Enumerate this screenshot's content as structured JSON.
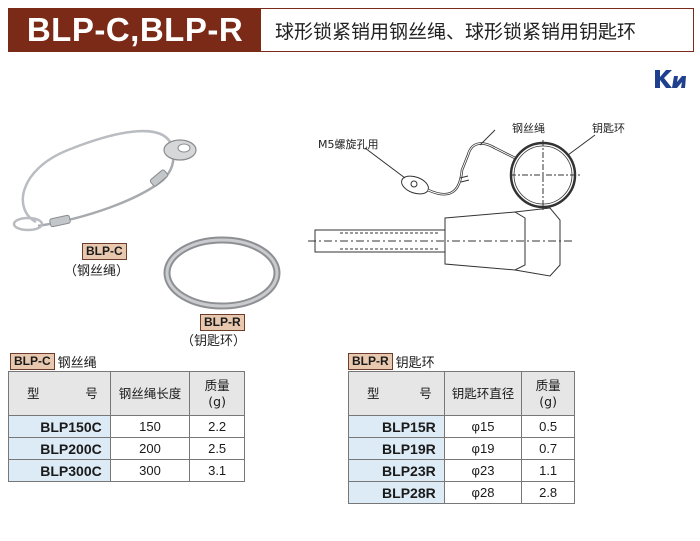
{
  "header": {
    "code": "BLP-C,BLP-R",
    "title": "球形锁紧销用钢丝绳、球形锁紧销用钥匙环"
  },
  "photos": {
    "wire_tag": "BLP-C",
    "wire_caption": "（钢丝绳）",
    "ring_tag": "BLP-R",
    "ring_caption": "（钥匙环）"
  },
  "drawing": {
    "label_m5": "M5螺旋孔用",
    "label_wire": "钢丝绳",
    "label_ring": "钥匙环"
  },
  "table_c": {
    "tag": "BLP-C",
    "label": "钢丝绳",
    "headers": {
      "model_a": "型",
      "model_b": "号",
      "length": "钢丝绳长度",
      "mass_a": "质量",
      "mass_b": "(g)"
    },
    "rows": [
      {
        "model": "BLP150C",
        "length": "150",
        "mass": "2.2"
      },
      {
        "model": "BLP200C",
        "length": "200",
        "mass": "2.5"
      },
      {
        "model": "BLP300C",
        "length": "300",
        "mass": "3.1"
      }
    ]
  },
  "table_r": {
    "tag": "BLP-R",
    "label": "钥匙环",
    "headers": {
      "model_a": "型",
      "model_b": "号",
      "diameter": "钥匙环直径",
      "mass_a": "质量",
      "mass_b": "(g)"
    },
    "rows": [
      {
        "model": "BLP15R",
        "diameter": "φ15",
        "mass": "0.5"
      },
      {
        "model": "BLP19R",
        "diameter": "φ19",
        "mass": "0.7"
      },
      {
        "model": "BLP23R",
        "diameter": "φ23",
        "mass": "1.1"
      },
      {
        "model": "BLP28R",
        "diameter": "φ28",
        "mass": "2.8"
      }
    ]
  }
}
